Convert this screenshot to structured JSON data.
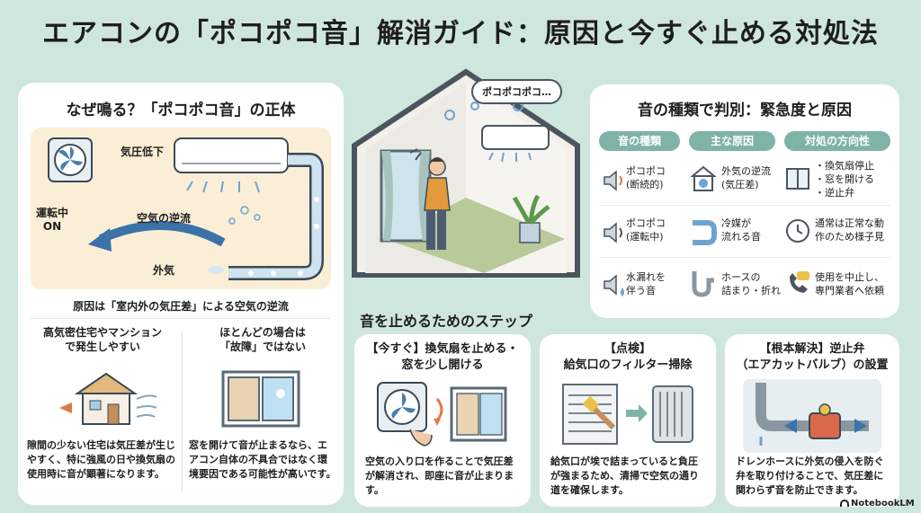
{
  "title": "エアコンの「ポコポコ音」解消ガイド：原因と今すぐ止める対処法",
  "left": {
    "heading": "なぜ鳴る？「ポコポコ音」の正体",
    "label_pressure": "気圧低下",
    "label_running": "運転中\nON",
    "label_backflow": "空気の逆流",
    "label_outside": "外気",
    "cause": "原因は「室内外の気圧差」による空気の逆流",
    "box1_title": "高気密住宅やマンション\nで発生しやすい",
    "box1_desc": "隙間の少ない住宅は気圧差が生じやすく、特に強風の日や換気扇の使用時に音が顕著になります。",
    "box2_title": "ほとんどの場合は\n「故障」ではない",
    "box2_desc": "窓を開けて音が止まるなら、エアコン自体の不具合ではなく環境要因である可能性が高いです。"
  },
  "center": {
    "bubble": "ポコポコポコ…"
  },
  "right": {
    "heading": "音の種類で判別：緊急度と原因",
    "col_headers": [
      "音の種類",
      "主な原因",
      "対処の方向性"
    ],
    "rows": [
      {
        "sound": "ポコポコ\n(断続的)",
        "cause": "外気の逆流\n(気圧差)",
        "action": "・換気扇停止\n・窓を開ける\n・逆止弁"
      },
      {
        "sound": "ポコポコ\n(運転中)",
        "cause": "冷媒が\n流れる音",
        "action": "通常は正常な動\n作のため様子見"
      },
      {
        "sound": "水漏れを\n伴う音",
        "cause": "ホースの\n詰まり・折れ",
        "action": "使用を中止し、\n専門業者へ依頼"
      }
    ]
  },
  "steps": {
    "heading": "音を止めるためのステップ",
    "items": [
      {
        "title": "【今すぐ】換気扇を止める・\n窓を少し開ける",
        "desc": "空気の入り口を作ることで気圧差が解消され、即座に音が止まります。"
      },
      {
        "title": "【点検】\n給気口のフィルター掃除",
        "desc": "給気口が埃で詰まっていると負圧が強まるため、清掃で空気の通り道を確保します。"
      },
      {
        "title": "【根本解決】逆止弁\n（エアカットバルブ）の設置",
        "desc": "ドレンホースに外気の侵入を防ぐ弁を取り付けることで、気圧差に関わらず音を防止できます。"
      }
    ]
  },
  "footer": {
    "brand": "NotebookLM"
  },
  "colors": {
    "background": "#cfe6de",
    "accent": "#7fb3a8",
    "panel": "#fbeed6",
    "arrow": "#3b73a8",
    "arrow_warm": "#e07a45"
  }
}
